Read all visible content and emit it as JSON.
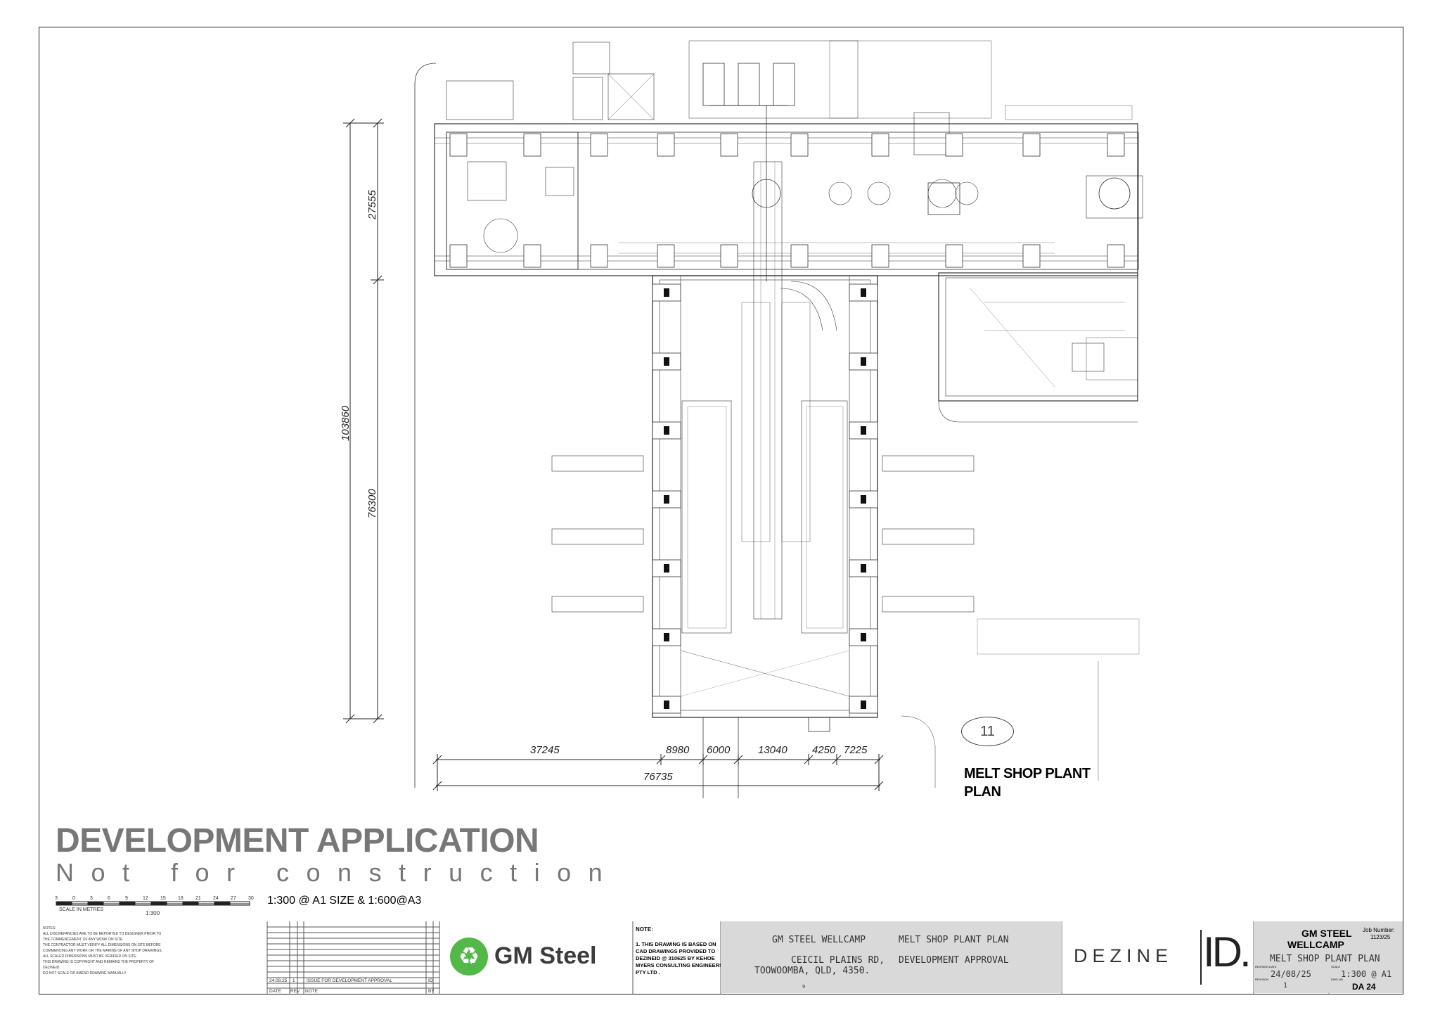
{
  "drawing": {
    "plan_title_line1": "MELT SHOP PLANT",
    "plan_title_line2": "PLAN",
    "grid_tag": "11"
  },
  "dimensions": {
    "vertical_total": "103860",
    "vertical_upper": "27555",
    "vertical_lower": "76300",
    "h_37245": "37245",
    "h_8980": "8980",
    "h_6000": "6000",
    "h_13040": "13040",
    "h_4250": "4250",
    "h_7225": "7225",
    "h_total": "76735"
  },
  "stamp": {
    "title": "DEVELOPMENT APPLICATION",
    "subtitle": "Not for construction"
  },
  "scale": {
    "note": "1:300 @ A1 SIZE & 1:600@A3",
    "bar_label": "SCALE IN METRES",
    "bar_ratio": "1:300",
    "ticks": [
      "3",
      "0",
      "3",
      "6",
      "9",
      "12",
      "15",
      "18",
      "21",
      "24",
      "27",
      "30"
    ]
  },
  "title_block": {
    "notes_heading": "NOTES:",
    "notes_lines": [
      "ALL DISCREPANCIES ARE TO BE REPORTED TO DESIGNER PRIOR TO",
      "THE COMMENCEMENT OF ANY WORK ON SITE.",
      "THE CONTRACTOR MUST VERIFY ALL DIMENSIONS ON SITE BEFORE",
      "COMMENCING ANY WORK OR THE MAKING OF ANY SHOP DRAWINGS.",
      "ALL SCALED DIMENSIONS MUST BE VERIFIED ON SITE.",
      "THIS DRAWING IS COPYRIGHT AND REMAINS THE PROPERTY OF",
      "DEZINEID.",
      "DO NOT SCALE OR AMEND DRAWING MANUALLY."
    ],
    "revision_row": {
      "date": "24.08.25",
      "rev": "1",
      "note": "ISSUE FOR DEVELOPMENT APPROVAL",
      "by": "ID"
    },
    "revision_headers": {
      "date": "DATE",
      "rev": "REV",
      "note": "NOTE",
      "by": "BY"
    },
    "client_logo_text": "GM Steel",
    "note_title": "NOTE:",
    "note_body": "1. THIS DRAWING IS BASED ON CAD DRAWINGS PROVIDED TO DEZINEID @ 310625 BY KEHOE MYERS CONSULTING ENGINEERS PTY LTD .",
    "project_name": "GM STEEL WELLCAMP",
    "project_address_1": "CEICIL PLAINS RD,",
    "project_address_2": "TOOWOOMBA, QLD, 4350.",
    "drawing_title": "MELT SHOP PLANT PLAN",
    "drawing_purpose": "DEVELOPMENT APPROVAL",
    "page_marker": "9",
    "studio_name": "DEZINE",
    "studio_mark": "ID.",
    "client_short": "GM STEEL",
    "client_short_2": "WELLCAMP",
    "job_number_label": "Job Number:",
    "job_number": "1123/25",
    "sheet_title": "MELT SHOP PLANT PLAN",
    "revision_date_label": "REVISION DATE",
    "revision_date": "24/08/25",
    "scale_label": "SCALE",
    "scale_value": "1:300 @ A1",
    "revision_label": "REVISION",
    "revision_value": "1",
    "dwg_label": "DWG NO",
    "dwg_value": "DA 24"
  },
  "colors": {
    "line": "#222222",
    "stamp_grey": "#777777",
    "logo_green": "#52b847",
    "block_grey": "#d9d9d9"
  }
}
